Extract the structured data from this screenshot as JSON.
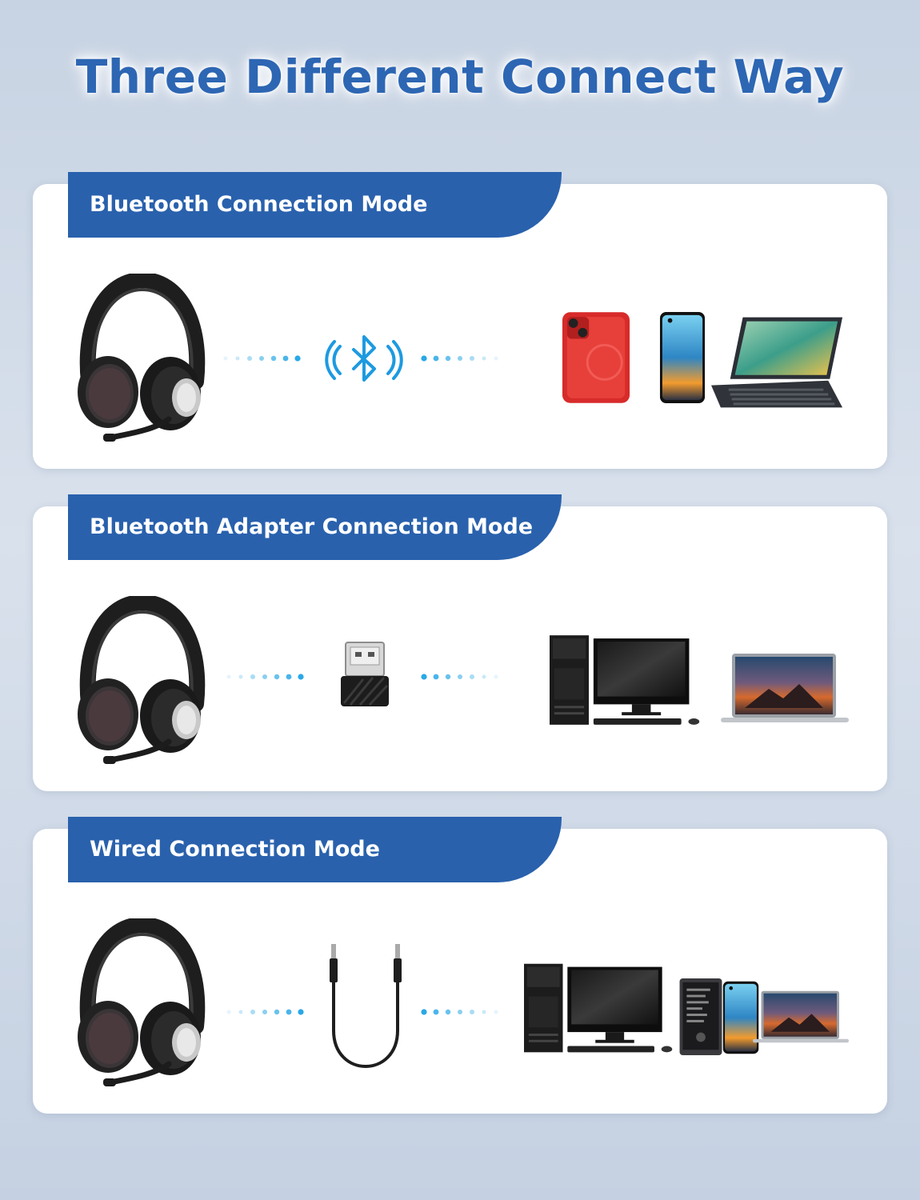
{
  "title": "Three Different Connect Way",
  "modes": [
    {
      "label": "Bluetooth Connection Mode",
      "connector_icon": "bluetooth-icon",
      "device_icons": [
        "red-phone-icon",
        "smartphone-icon",
        "tablet-keyboard-icon"
      ]
    },
    {
      "label": "Bluetooth Adapter Connection Mode",
      "connector_icon": "usb-adapter-icon",
      "device_icons": [
        "desktop-pc-icon",
        "laptop-icon"
      ]
    },
    {
      "label": "Wired Connection Mode",
      "connector_icon": "aux-cable-icon",
      "device_icons": [
        "desktop-pc-icon",
        "music-player-icon",
        "smartphone-icon",
        "laptop-icon"
      ]
    }
  ],
  "colors": {
    "accent": "#2961ad",
    "title": "#2d66b3",
    "dots": "#29a8e6",
    "bluetooth": "#1d9ae0"
  }
}
